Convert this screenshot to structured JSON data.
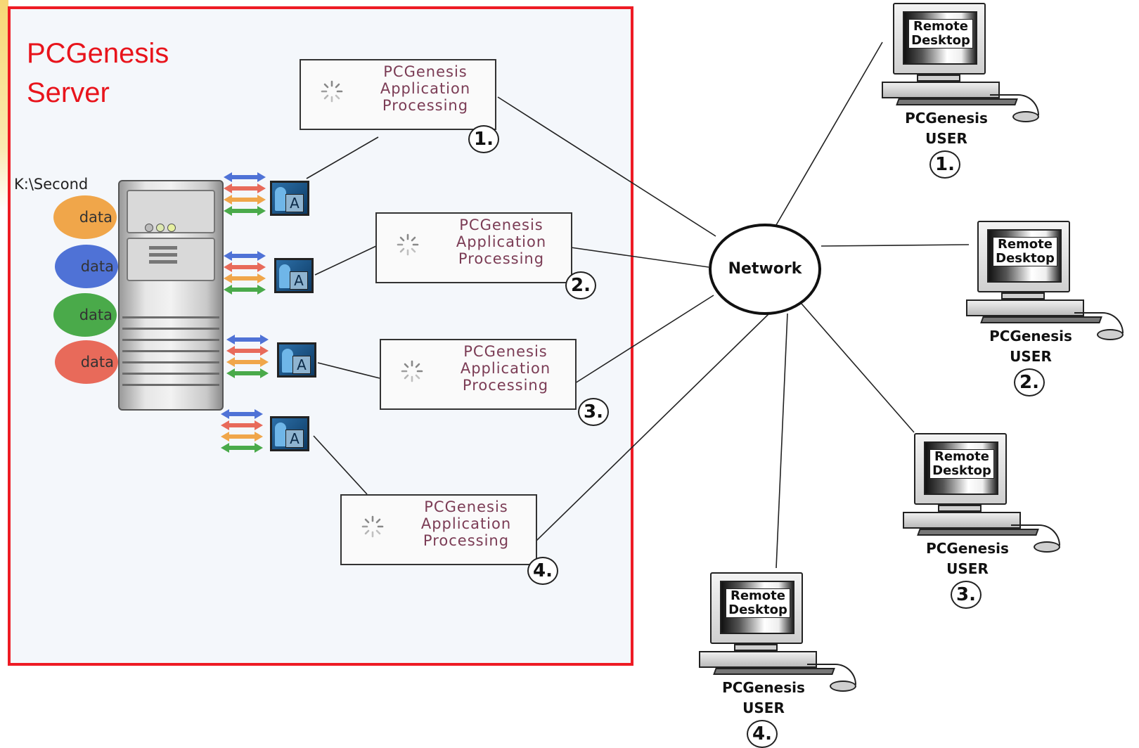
{
  "server": {
    "title_line1": "PCGenesis",
    "title_line2": "Server",
    "drive_label": "K:\\Second",
    "disks": [
      "data",
      "data",
      "data",
      "data"
    ]
  },
  "processes": [
    {
      "line1": "PCGenesis",
      "line2": "Application",
      "line3": "Processing",
      "number": "1."
    },
    {
      "line1": "PCGenesis",
      "line2": "Application",
      "line3": "Processing",
      "number": "2."
    },
    {
      "line1": "PCGenesis",
      "line2": "Application",
      "line3": "Processing",
      "number": "3."
    },
    {
      "line1": "PCGenesis",
      "line2": "Application",
      "line3": "Processing",
      "number": "4."
    }
  ],
  "network": {
    "label": "Network"
  },
  "users": [
    {
      "screen_line1": "Remote",
      "screen_line2": "Desktop",
      "label_line1": "PCGenesis",
      "label_line2": "USER",
      "number": "1."
    },
    {
      "screen_line1": "Remote",
      "screen_line2": "Desktop",
      "label_line1": "PCGenesis",
      "label_line2": "USER",
      "number": "2."
    },
    {
      "screen_line1": "Remote",
      "screen_line2": "Desktop",
      "label_line1": "PCGenesis",
      "label_line2": "USER",
      "number": "3."
    },
    {
      "screen_line1": "Remote",
      "screen_line2": "Desktop",
      "label_line1": "PCGenesis",
      "label_line2": "USER",
      "number": "4."
    }
  ],
  "colors": {
    "frame": "#ee1b24",
    "title": "#e8141c",
    "process_text": "#7b3c55",
    "disk_orange": "#f0a64a",
    "disk_blue": "#4f72d6",
    "disk_green": "#4aaa4a",
    "disk_red": "#e86a5a"
  }
}
